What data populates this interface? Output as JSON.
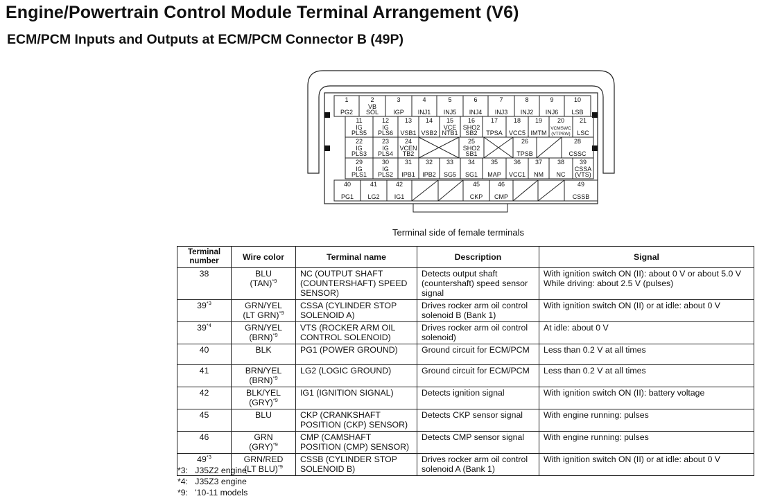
{
  "title": "Engine/Powertrain Control Module Terminal Arrangement (V6)",
  "subtitle": "ECM/PCM Inputs and Outputs at ECM/PCM Connector B (49P)",
  "diagram": {
    "caption": "Terminal side of female terminals",
    "terminals": [
      {
        "num": "1",
        "label": "PG2"
      },
      {
        "num": "2",
        "label": "VB SOL"
      },
      {
        "num": "3",
        "label": "IGP"
      },
      {
        "num": "4",
        "label": "INJ1"
      },
      {
        "num": "5",
        "label": "INJ5"
      },
      {
        "num": "6",
        "label": "INJ4"
      },
      {
        "num": "7",
        "label": "INJ3"
      },
      {
        "num": "8",
        "label": "INJ2"
      },
      {
        "num": "9",
        "label": "INJ6"
      },
      {
        "num": "10",
        "label": "LSB"
      },
      {
        "num": "11",
        "label": "IG PLS5"
      },
      {
        "num": "12",
        "label": "IG PLS6"
      },
      {
        "num": "13",
        "label": "VSB1"
      },
      {
        "num": "14",
        "label": "VSB2"
      },
      {
        "num": "15",
        "label": "VCE NTB1"
      },
      {
        "num": "16",
        "label": "SHO2 SB2"
      },
      {
        "num": "17",
        "label": "TPSA"
      },
      {
        "num": "18",
        "label": "VCC5"
      },
      {
        "num": "19",
        "label": "IMTM"
      },
      {
        "num": "20",
        "label": "VCMSWC (VTPSW)"
      },
      {
        "num": "21",
        "label": "LSC"
      },
      {
        "num": "22",
        "label": "IG PLS3"
      },
      {
        "num": "23",
        "label": "IG PLS4"
      },
      {
        "num": "24",
        "label": "VCEN TB2"
      },
      {
        "num": "25",
        "label": "SHO2 SB1"
      },
      {
        "num": "26",
        "label": "TPSB"
      },
      {
        "num": "28",
        "label": "CSSC"
      },
      {
        "num": "29",
        "label": "IG PLS1"
      },
      {
        "num": "30",
        "label": "IG PLS2"
      },
      {
        "num": "31",
        "label": "IPB1"
      },
      {
        "num": "32",
        "label": "IPB2"
      },
      {
        "num": "33",
        "label": "SG5"
      },
      {
        "num": "34",
        "label": "SG1"
      },
      {
        "num": "35",
        "label": "MAP"
      },
      {
        "num": "36",
        "label": "VCC1"
      },
      {
        "num": "37",
        "label": "NM"
      },
      {
        "num": "38",
        "label": "NC"
      },
      {
        "num": "39",
        "label": "CSSA (VTS)"
      },
      {
        "num": "40",
        "label": "PG1"
      },
      {
        "num": "41",
        "label": "LG2"
      },
      {
        "num": "42",
        "label": "IG1"
      },
      {
        "num": "45",
        "label": "CKP"
      },
      {
        "num": "46",
        "label": "CMP"
      },
      {
        "num": "49",
        "label": "CSSB"
      }
    ]
  },
  "table": {
    "headers": {
      "terminal": "Terminal number",
      "wire": "Wire color",
      "name": "Terminal name",
      "desc": "Description",
      "signal": "Signal"
    },
    "rows": [
      {
        "num": "38",
        "num_sup": "",
        "wire1": "BLU",
        "wire2": "(TAN)",
        "wire_sup": "*9",
        "name": "NC (OUTPUT SHAFT (COUNTERSHAFT) SPEED SENSOR)",
        "desc": "Detects output shaft (countershaft) speed sensor signal",
        "signal": "With ignition switch ON (II): about 0 V or about 5.0 V",
        "signal2": "While driving: about 2.5 V (pulses)"
      },
      {
        "num": "39",
        "num_sup": "*3",
        "wire1": "GRN/YEL",
        "wire2": "(LT GRN)",
        "wire_sup": "*9",
        "name": "CSSA (CYLINDER STOP SOLENOID A)",
        "desc": "Drives rocker arm oil control solenoid B (Bank 1)",
        "signal": "With ignition switch ON (II) or at idle: about 0 V",
        "signal2": ""
      },
      {
        "num": "39",
        "num_sup": "*4",
        "wire1": "GRN/YEL",
        "wire2": "(BRN)",
        "wire_sup": "*9",
        "name": "VTS (ROCKER ARM OIL CONTROL SOLENOID)",
        "desc": "Drives rocker arm oil control solenoid)",
        "signal": "At idle: about 0 V",
        "signal2": ""
      },
      {
        "num": "40",
        "num_sup": "",
        "wire1": "BLK",
        "wire2": "",
        "wire_sup": "",
        "name": "PG1 (POWER GROUND)",
        "desc": "Ground circuit for ECM/PCM",
        "signal": "Less than 0.2 V at all times",
        "signal2": ""
      },
      {
        "num": "41",
        "num_sup": "",
        "wire1": "BRN/YEL",
        "wire2": "(BRN)",
        "wire_sup": "*9",
        "name": "LG2 (LOGIC GROUND)",
        "desc": "Ground circuit for ECM/PCM",
        "signal": "Less than 0.2 V at all times",
        "signal2": ""
      },
      {
        "num": "42",
        "num_sup": "",
        "wire1": "BLK/YEL",
        "wire2": "(GRY)",
        "wire_sup": "*9",
        "name": "IG1 (IGNITION SIGNAL)",
        "desc": "Detects ignition signal",
        "signal": "With ignition switch ON (II): battery voltage",
        "signal2": ""
      },
      {
        "num": "45",
        "num_sup": "",
        "wire1": "BLU",
        "wire2": "",
        "wire_sup": "",
        "name": "CKP (CRANKSHAFT POSITION (CKP) SENSOR)",
        "desc": "Detects CKP sensor signal",
        "signal": "With engine running: pulses",
        "signal2": ""
      },
      {
        "num": "46",
        "num_sup": "",
        "wire1": "GRN",
        "wire2": "(GRY)",
        "wire_sup": "*9",
        "name": "CMP (CAMSHAFT POSITION (CMP) SENSOR)",
        "desc": "Detects CMP sensor signal",
        "signal": "With engine running: pulses",
        "signal2": ""
      },
      {
        "num": "49",
        "num_sup": "*3",
        "wire1": "GRN/RED",
        "wire2": "(LT BLU)",
        "wire_sup": "*9",
        "name": "CSSB (CYLINDER STOP SOLENOID B)",
        "desc": "Drives rocker arm oil control solenoid A (Bank 1)",
        "signal": "With ignition switch ON (II) or at idle: about 0 V",
        "signal2": ""
      }
    ]
  },
  "notes": [
    {
      "mark": "*3:",
      "text": "J35Z2 engine"
    },
    {
      "mark": "*4:",
      "text": "J35Z3 engine"
    },
    {
      "mark": "*9:",
      "text": "'10-11 models"
    }
  ]
}
